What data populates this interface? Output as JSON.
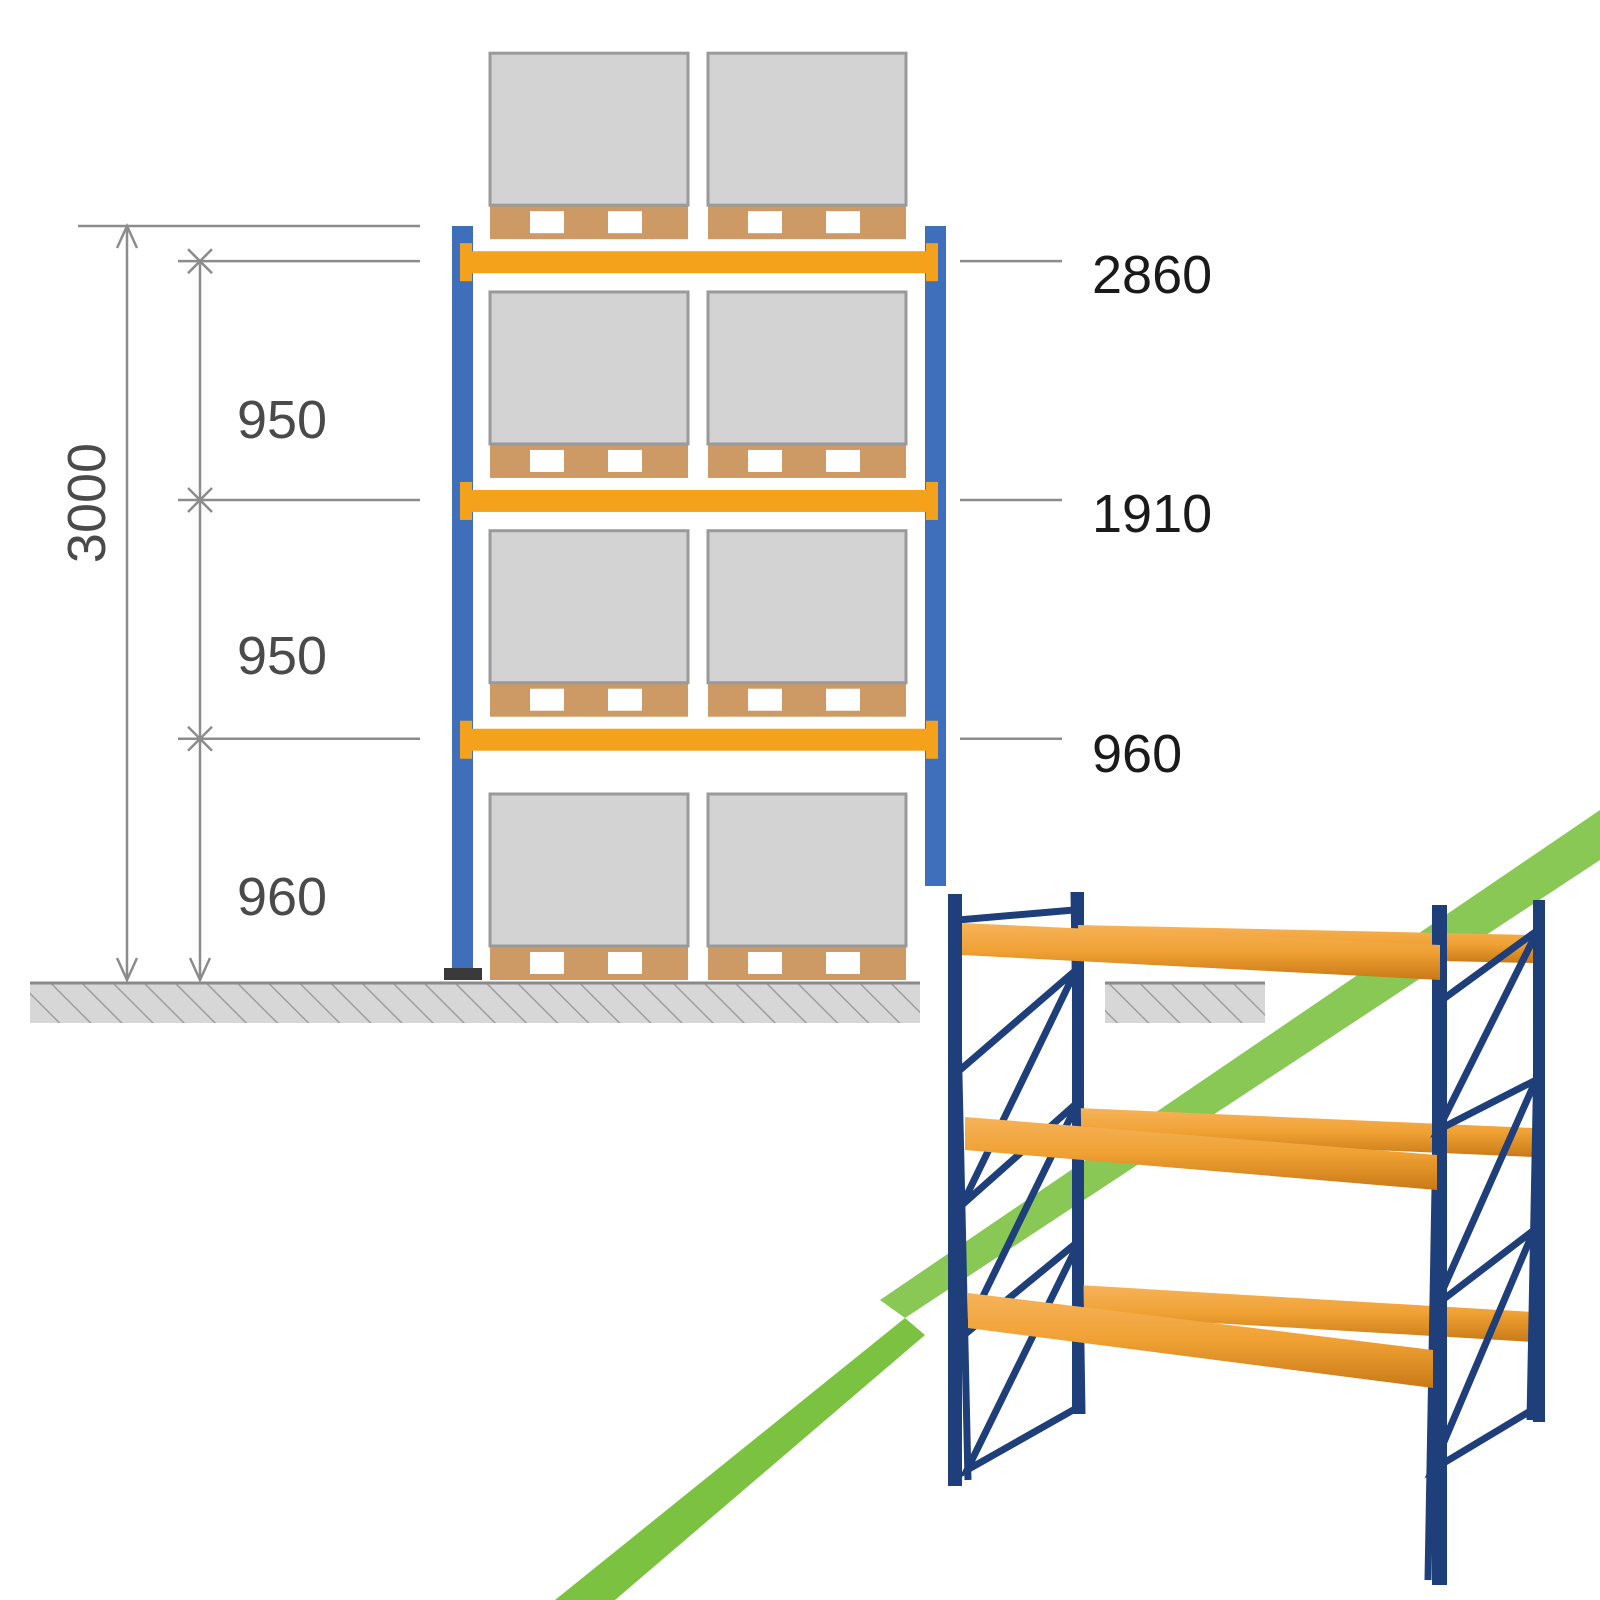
{
  "colors": {
    "upright": "#3f6fba",
    "beam": "#f4a21c",
    "box": "#d3d3d3",
    "box_edge": "#9a9a9a",
    "pallet": "#cd9a66",
    "pallet_hole": "#ffffff",
    "floor": "#d7d7d7",
    "floor_hatch": "#9e9e9e",
    "dim_line": "#8c8c8c",
    "text_dark": "#1a1a1a",
    "text_gray": "#4a4a4a",
    "green_stripe": "#7cc241",
    "rack3d_upright": "#1f3f7a",
    "rack3d_beam": "#f0a133",
    "rack3d_beam_shade": "#c97a17"
  },
  "overall_height": {
    "value": 3000,
    "label": "3000"
  },
  "level_spacings": [
    {
      "value": 960,
      "label": "960"
    },
    {
      "value": 950,
      "label": "950"
    },
    {
      "value": 950,
      "label": "950"
    }
  ],
  "beam_levels": [
    {
      "value": 960,
      "label": "960"
    },
    {
      "value": 1910,
      "label": "1910"
    },
    {
      "value": 2860,
      "label": "2860"
    }
  ],
  "pallets_per_level": 2
}
